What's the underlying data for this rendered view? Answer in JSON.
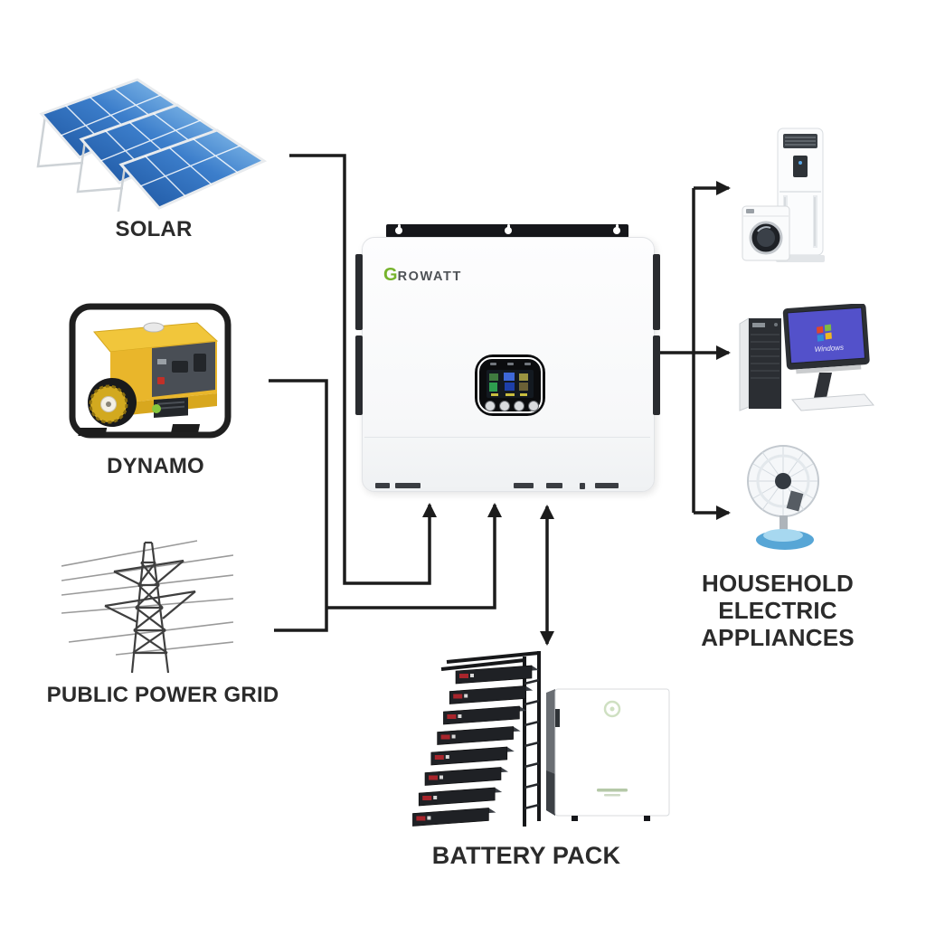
{
  "nodes": {
    "solar": {
      "label": "SOLAR"
    },
    "dynamo": {
      "label": "DYNAMO"
    },
    "public_power_grid": {
      "label": "PUBLIC POWER GRID"
    },
    "inverter": {
      "brand_first_letter": "G",
      "brand_rest": "ROWATT"
    },
    "household": {
      "label_line1": "HOUSEHOLD",
      "label_line2": "ELECTRIC APPLIANCES"
    },
    "battery": {
      "label": "BATTERY PACK"
    },
    "computer": {
      "screen_text": "Windows"
    }
  },
  "connections": [
    {
      "from": "solar",
      "to": "inverter",
      "type": "arrow"
    },
    {
      "from": "dynamo",
      "to": "inverter",
      "type": "arrow"
    },
    {
      "from": "public_power_grid",
      "to": "inverter",
      "type": "arrow"
    },
    {
      "from": "inverter",
      "to": "battery",
      "type": "bidirectional-arrow"
    },
    {
      "from": "inverter",
      "to": "air-conditioner-and-washer",
      "type": "arrow"
    },
    {
      "from": "inverter",
      "to": "computer",
      "type": "arrow"
    },
    {
      "from": "inverter",
      "to": "fan",
      "type": "arrow"
    }
  ],
  "colors": {
    "connector": "#1c1c1c",
    "brand_green": "#76b32c",
    "solar_panel_blue": "#2e6fc0",
    "generator_yellow": "#e9b62b",
    "fan_base_blue": "#6fb9e3",
    "label_text": "#2b2b2b"
  }
}
